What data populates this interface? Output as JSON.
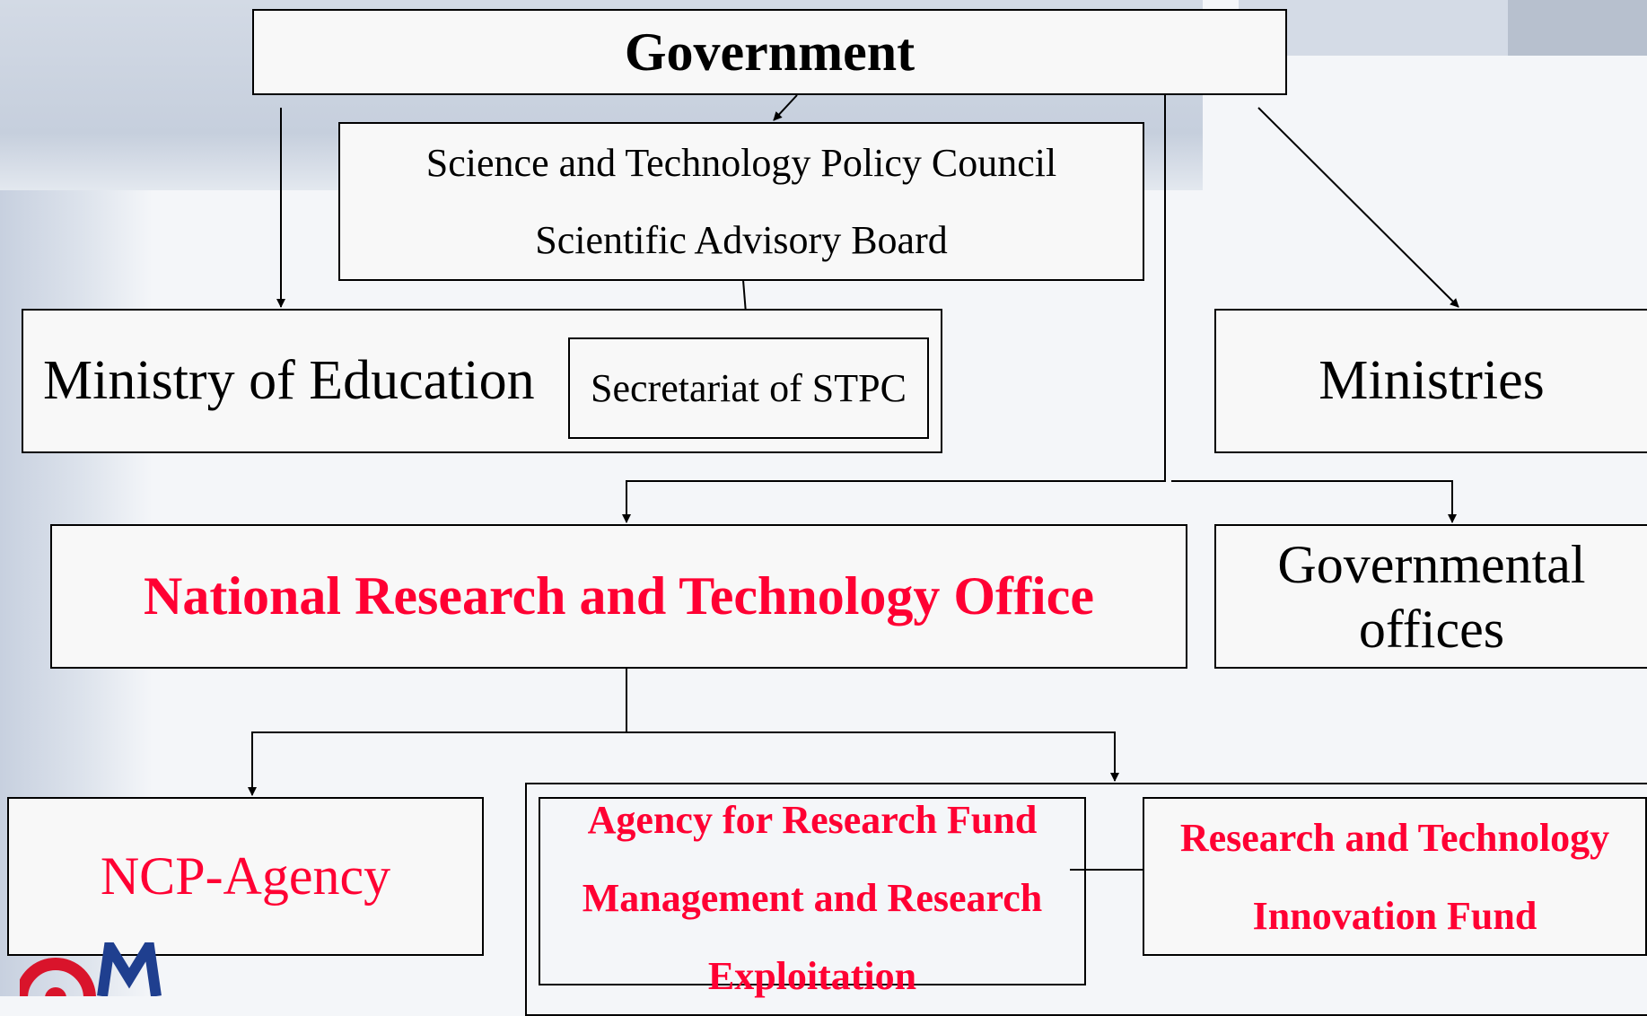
{
  "nodes": {
    "government": "Government",
    "stpc": [
      "Science and Technology Policy Council",
      "Scientific Advisory Board"
    ],
    "ministry_of_education": "Ministry of Education",
    "secretariat": "Secretariat of STPC",
    "ministries": "Ministries",
    "nrto": "National Research and Technology Office",
    "governmental_offices": [
      "Governmental",
      "offices"
    ],
    "ncp_agency": "NCP-Agency",
    "agency_fund": [
      "Agency for Research Fund",
      "Management and Research",
      "Exploitation"
    ],
    "rti_fund": [
      "Research and Technology",
      "Innovation Fund"
    ]
  },
  "colors": {
    "accent_red": "#ff0033",
    "line": "#000000",
    "box_fill": "#f8f8f8",
    "logo_red": "#d9142b",
    "logo_blue": "#1f3f8f"
  }
}
